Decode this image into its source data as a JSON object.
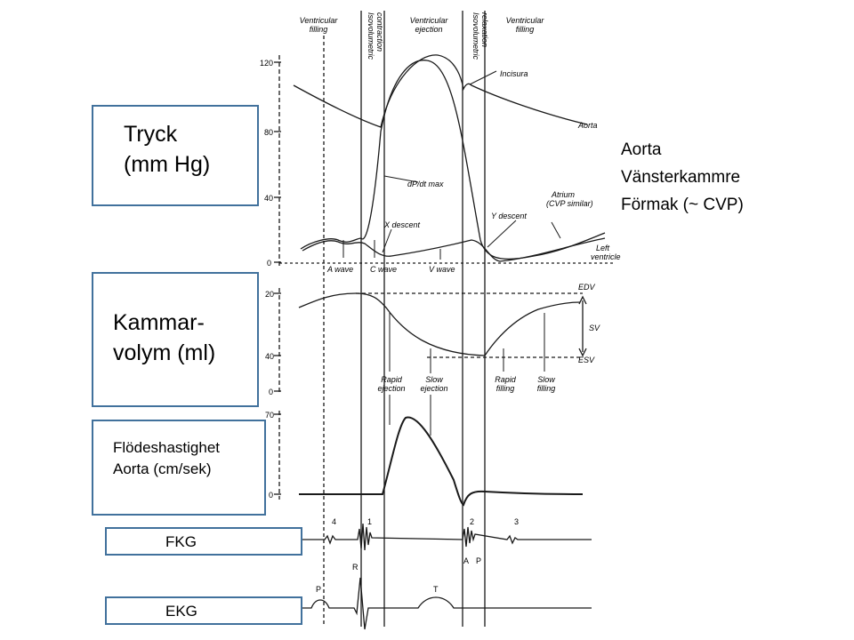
{
  "phases": {
    "ventricular_filling_1": "Ventricular\nfilling",
    "isovolumetric_contraction": "Isovolumetric\ncontraction",
    "ventricular_ejection": "Ventricular\nejection",
    "isovolumetric_relaxation": "Isovolumetric\nrelaxation",
    "ventricular_filling_2": "Ventricular\nfilling"
  },
  "pressure_panel": {
    "box_label": "Tryck\n(mm Hg)",
    "ticks": [
      "120",
      "80",
      "40",
      "0"
    ],
    "annotations": {
      "incisura": "Incisura",
      "aorta": "Aorta",
      "dpdt": "dP/dt max",
      "atrium": "Atrium\n(CVP similar)",
      "x_descent": "X descent",
      "y_descent": "Y descent",
      "left_ventricle": "Left\nventricle",
      "a_wave": "A wave",
      "c_wave": "C wave",
      "v_wave": "V wave"
    }
  },
  "volume_panel": {
    "box_label": "Kammar-\nvolym (ml)",
    "ticks": [
      "20",
      "40",
      "0"
    ],
    "annotations": {
      "edv": "EDV",
      "sv": "SV",
      "esv": "ESV",
      "rapid_ejection": "Rapid\nejection",
      "slow_ejection": "Slow\nejection",
      "rapid_filling": "Rapid\nfilling",
      "slow_filling": "Slow\nfilling"
    }
  },
  "flow_panel": {
    "box_label": "Flödeshastighet\nAorta (cm/sek)",
    "ticks": [
      "70",
      "0"
    ]
  },
  "fkg_panel": {
    "box_label": "FKG",
    "sounds": [
      "4",
      "1",
      "2",
      "3"
    ],
    "components": [
      "A",
      "P"
    ]
  },
  "ekg_panel": {
    "box_label": "EKG",
    "waves": [
      "P",
      "R",
      "T"
    ]
  },
  "legend": [
    "Aorta",
    "Vänsterkammre",
    "Förmak (~ CVP)"
  ],
  "colors": {
    "box_border": "#41719c",
    "trace": "#1a1a1a"
  }
}
